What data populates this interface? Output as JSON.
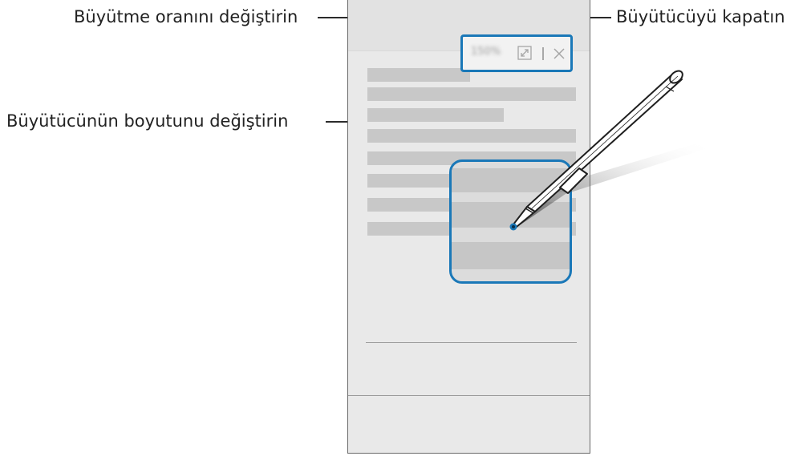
{
  "callouts": {
    "zoom_ratio": "Büyütme oranını değiştirin",
    "close_magnifier": "Büyütücüyü kapatın",
    "resize_magnifier": "Büyütücünün boyutunu değiştirin"
  },
  "magnifier_toolbar": {
    "zoom_level": "150%",
    "resize_icon": "resize-arrows-icon",
    "close_icon": "close-x-icon"
  },
  "colors": {
    "accent": "#1a78b8",
    "screen_background": "#e9e9e9",
    "text_placeholder": "#c8c8c8",
    "callout_text": "#222222"
  }
}
